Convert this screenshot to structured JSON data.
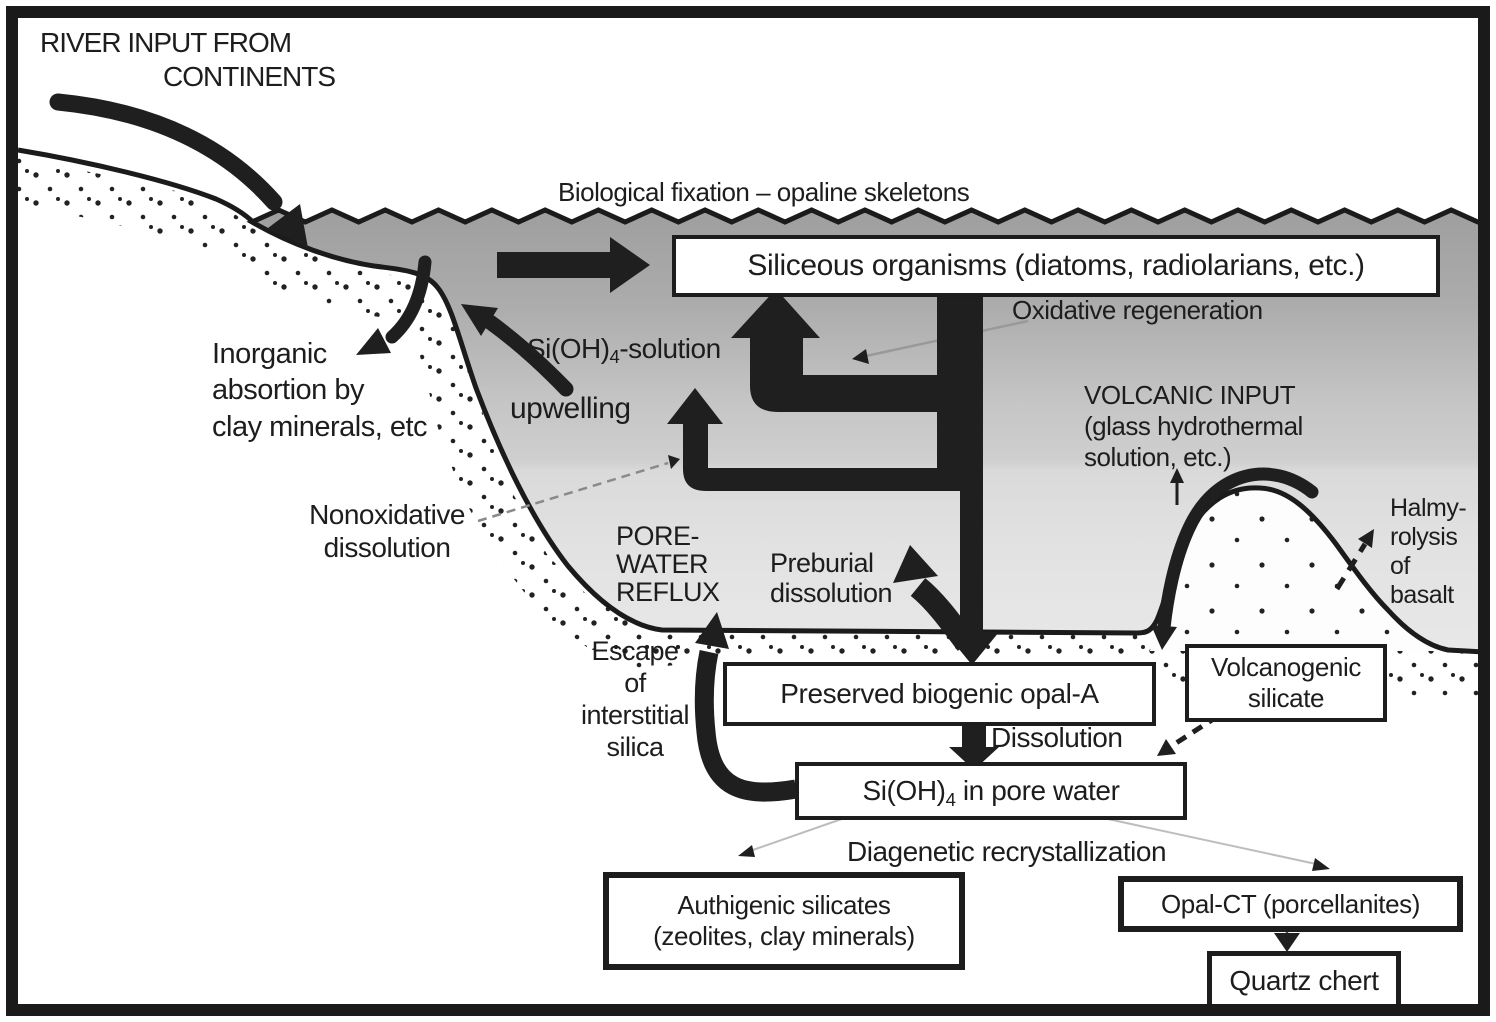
{
  "colors": {
    "ink": "#1f1f1f",
    "water_top": "#9f9f9f",
    "water_bottom": "#e7e7e7",
    "frame": "#1a1a1a"
  },
  "labels": {
    "river_line1": "RIVER INPUT FROM",
    "river_line2": "CONTINENTS",
    "biological": "Biological fixation – opaline skeletons",
    "si_solution": {
      "pre": "Si(OH)",
      "sub": "4",
      "post": "-solution"
    },
    "oxidative": "Oxidative regeneration",
    "inorganic": "Inorganic\nabsortion by\nclay minerals, etc",
    "upwelling": "upwelling",
    "volcanic": "VOLCANIC INPUT\n(glass hydrothermal\nsolution, etc.)",
    "nonoxidative": "Nonoxidative\ndissolution",
    "porewater": "PORE-\nWATER\nREFLUX",
    "preburial": "Preburial\ndissolution",
    "halmyrolysis": "Halmy-\nrolysis\nof\nbasalt",
    "escape": "Escape\nof\ninterstitial\nsilica",
    "dissolution": "Dissolution",
    "diagenetic": "Diagenetic recrystallization"
  },
  "boxes": {
    "siliceous": "Siliceous organisms (diatoms, radiolarians, etc.)",
    "preserved": "Preserved biogenic opal-A",
    "volcanogenic": "Volcanogenic\nsilicate",
    "si_porewater": {
      "pre": "Si(OH)",
      "sub": "4",
      "post": " in pore water"
    },
    "authigenic": "Authigenic silicates\n(zeolites, clay minerals)",
    "opal_ct": "Opal-CT (porcellanites)",
    "quartz": "Quartz chert"
  }
}
